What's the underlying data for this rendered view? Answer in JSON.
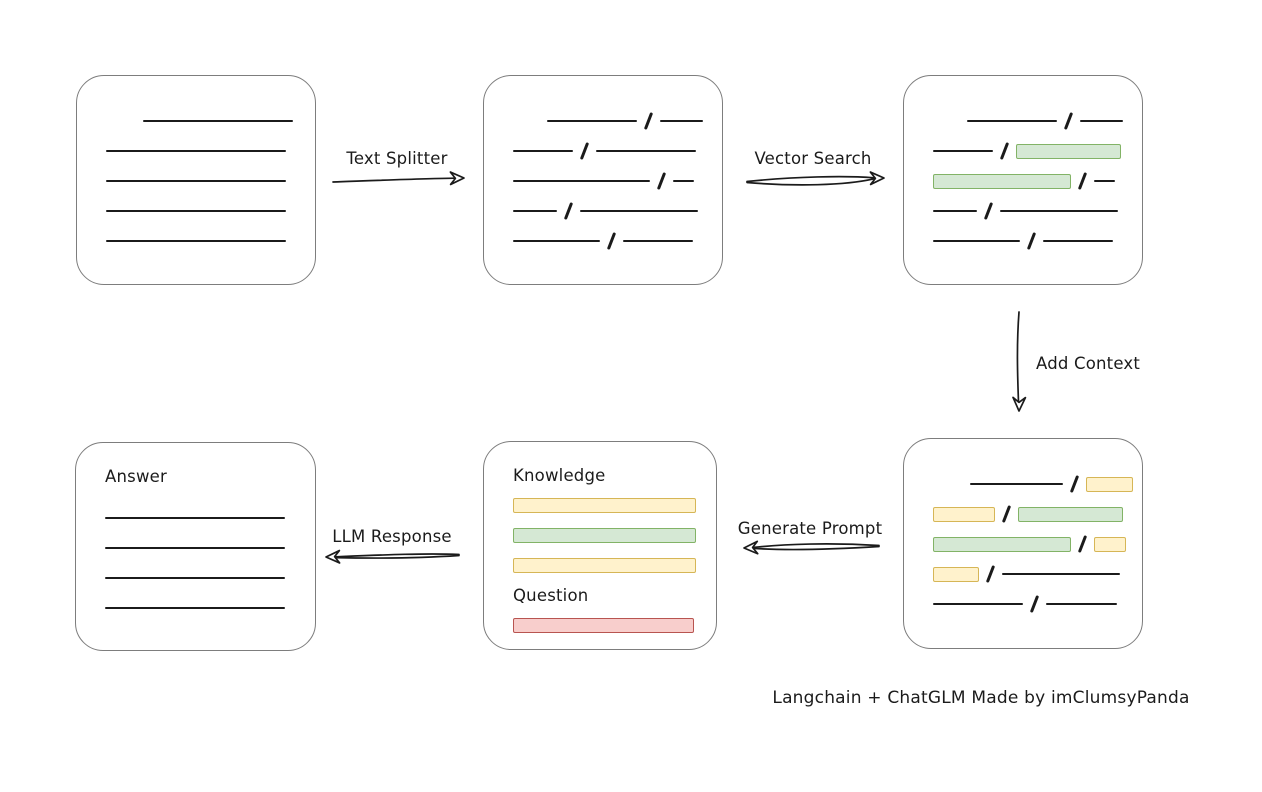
{
  "palette": {
    "ink": "#1b1b1b",
    "box_border": "#7d7d7d",
    "yellow_fill": "#fff2cc",
    "yellow_border": "#d6b656",
    "green_fill": "#d5e8d4",
    "green_border": "#82b366",
    "red_fill": "#f8cecc",
    "red_border": "#b85450"
  },
  "arrows": {
    "text_splitter": {
      "label": "Text Splitter"
    },
    "vector_search": {
      "label": "Vector Search"
    },
    "add_context": {
      "label": "Add Context"
    },
    "generate_prompt": {
      "label": "Generate Prompt"
    },
    "llm_response": {
      "label": "LLM Response"
    }
  },
  "caption": "Langchain + ChatGLM Made by imClumsyPanda",
  "boxes": {
    "document": {
      "rows": [
        {
          "segs": [
            {
              "k": "gap",
              "w": 30
            },
            {
              "k": "line",
              "w": 150
            }
          ]
        },
        {
          "segs": [
            {
              "k": "line",
              "w": 180
            }
          ]
        },
        {
          "segs": [
            {
              "k": "line",
              "w": 180
            }
          ]
        },
        {
          "segs": [
            {
              "k": "line",
              "w": 180
            }
          ]
        },
        {
          "segs": [
            {
              "k": "line",
              "w": 180
            }
          ]
        }
      ]
    },
    "chunks": {
      "rows": [
        {
          "segs": [
            {
              "k": "gap",
              "w": 27
            },
            {
              "k": "line",
              "w": 90
            },
            {
              "k": "slash"
            },
            {
              "k": "line",
              "w": 43
            }
          ]
        },
        {
          "segs": [
            {
              "k": "line",
              "w": 60
            },
            {
              "k": "slash"
            },
            {
              "k": "line",
              "w": 100
            }
          ]
        },
        {
          "segs": [
            {
              "k": "line",
              "w": 137
            },
            {
              "k": "slash"
            },
            {
              "k": "line",
              "w": 21
            }
          ]
        },
        {
          "segs": [
            {
              "k": "line",
              "w": 44
            },
            {
              "k": "slash"
            },
            {
              "k": "line",
              "w": 118
            }
          ]
        },
        {
          "segs": [
            {
              "k": "line",
              "w": 87
            },
            {
              "k": "slash"
            },
            {
              "k": "line",
              "w": 70
            }
          ]
        }
      ]
    },
    "matched": {
      "rows": [
        {
          "segs": [
            {
              "k": "gap",
              "w": 27
            },
            {
              "k": "line",
              "w": 90
            },
            {
              "k": "slash"
            },
            {
              "k": "line",
              "w": 43
            }
          ]
        },
        {
          "segs": [
            {
              "k": "line",
              "w": 60
            },
            {
              "k": "slash"
            },
            {
              "k": "chip",
              "c": "green",
              "w": 105
            }
          ]
        },
        {
          "segs": [
            {
              "k": "chip",
              "c": "green",
              "w": 138
            },
            {
              "k": "slash"
            },
            {
              "k": "line",
              "w": 21
            }
          ]
        },
        {
          "segs": [
            {
              "k": "line",
              "w": 44
            },
            {
              "k": "slash"
            },
            {
              "k": "line",
              "w": 118
            }
          ]
        },
        {
          "segs": [
            {
              "k": "line",
              "w": 87
            },
            {
              "k": "slash"
            },
            {
              "k": "line",
              "w": 70
            }
          ]
        }
      ]
    },
    "context": {
      "rows": [
        {
          "segs": [
            {
              "k": "gap",
              "w": 30
            },
            {
              "k": "line",
              "w": 93
            },
            {
              "k": "slash"
            },
            {
              "k": "chip",
              "c": "yellow",
              "w": 47
            }
          ]
        },
        {
          "segs": [
            {
              "k": "chip",
              "c": "yellow",
              "w": 62
            },
            {
              "k": "slash"
            },
            {
              "k": "chip",
              "c": "green",
              "w": 105
            }
          ]
        },
        {
          "segs": [
            {
              "k": "chip",
              "c": "green",
              "w": 138
            },
            {
              "k": "slash"
            },
            {
              "k": "chip",
              "c": "yellow",
              "w": 32
            }
          ]
        },
        {
          "segs": [
            {
              "k": "chip",
              "c": "yellow",
              "w": 46
            },
            {
              "k": "slash"
            },
            {
              "k": "line",
              "w": 118
            }
          ]
        },
        {
          "segs": [
            {
              "k": "line",
              "w": 90
            },
            {
              "k": "slash"
            },
            {
              "k": "line",
              "w": 71
            }
          ]
        }
      ]
    },
    "prompt": {
      "rows": [
        {
          "segs": [
            {
              "k": "text",
              "v": "Knowledge",
              "name": "knowledge-label"
            }
          ]
        },
        {
          "segs": [
            {
              "k": "chip",
              "c": "yellow",
              "w": 183
            }
          ]
        },
        {
          "segs": [
            {
              "k": "chip",
              "c": "green",
              "w": 183
            }
          ]
        },
        {
          "segs": [
            {
              "k": "chip",
              "c": "yellow",
              "w": 183
            }
          ]
        },
        {
          "segs": [
            {
              "k": "text",
              "v": "Question",
              "name": "question-label"
            }
          ]
        },
        {
          "segs": [
            {
              "k": "chip",
              "c": "red",
              "w": 181
            }
          ]
        }
      ]
    },
    "answer": {
      "rows": [
        {
          "segs": [
            {
              "k": "text",
              "v": "Answer",
              "name": "answer-label"
            }
          ]
        },
        {
          "mt": 12,
          "segs": [
            {
              "k": "line",
              "w": 180
            }
          ]
        },
        {
          "segs": [
            {
              "k": "line",
              "w": 180
            }
          ]
        },
        {
          "segs": [
            {
              "k": "line",
              "w": 180
            }
          ]
        },
        {
          "segs": [
            {
              "k": "line",
              "w": 180
            }
          ]
        }
      ]
    }
  }
}
